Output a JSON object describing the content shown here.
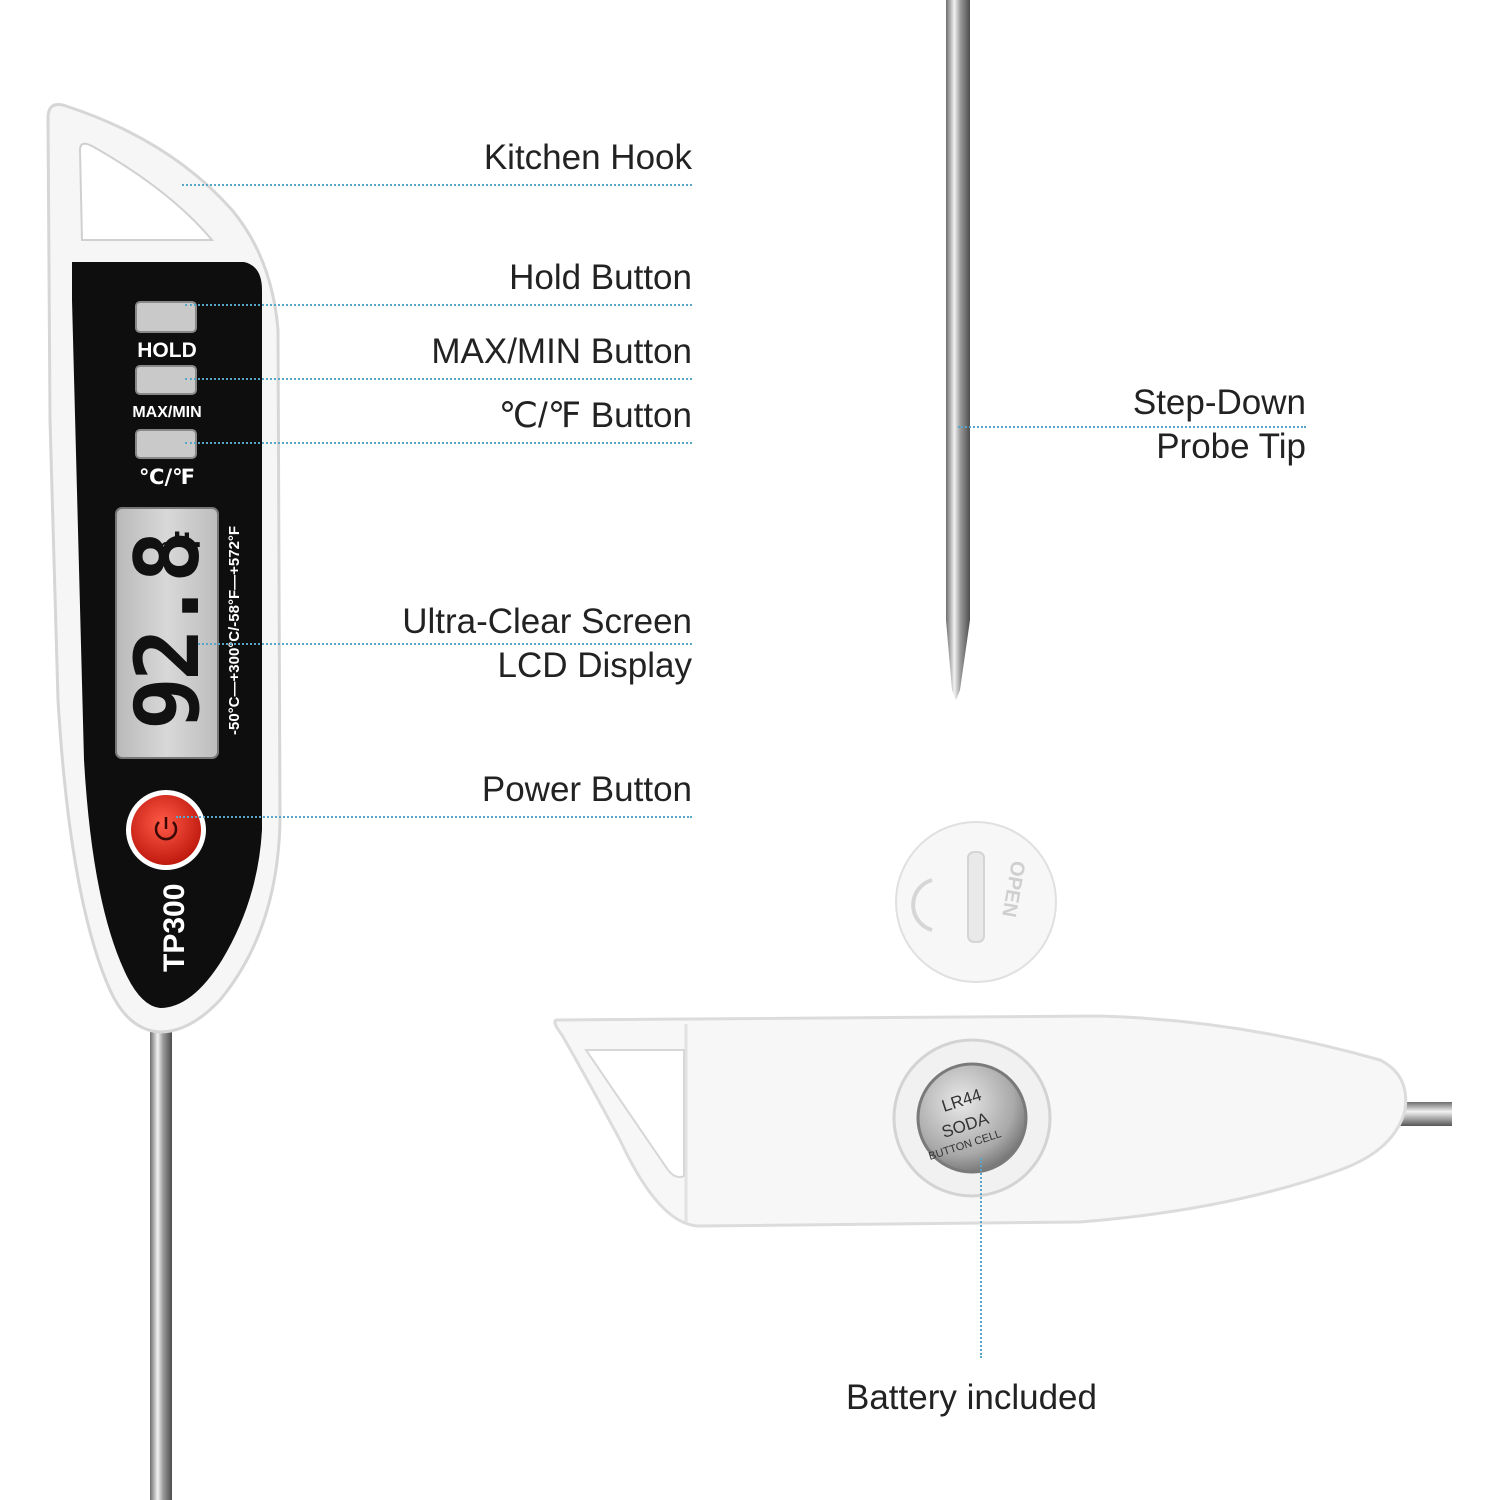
{
  "device": {
    "model": "TP300",
    "buttons": {
      "hold": "HOLD",
      "maxmin": "MAX/MIN",
      "unit": "℃/℉"
    },
    "lcd": {
      "reading": "92.8",
      "unit_symbol": "F"
    },
    "range_text": "-50°C—+300°C/-58°F—+572°F"
  },
  "callouts": {
    "kitchen_hook": "Kitchen Hook",
    "hold_button": "Hold Button",
    "maxmin_button": "MAX/MIN Button",
    "unit_button": "℃/℉ Button",
    "screen_line1": "Ultra-Clear Screen",
    "screen_line2": "LCD Display",
    "power_button": "Power Button",
    "probe_line1": "Step-Down",
    "probe_line2": "Probe Tip",
    "battery": "Battery included"
  },
  "battery": {
    "cell_line1": "LR44",
    "cell_line2": "SODA",
    "cell_line3": "BUTTON CELL",
    "cap_text": "OPEN"
  },
  "colors": {
    "body": "#f4f4f4",
    "face": "#0e0e0e",
    "power": "#d92a1c",
    "leader": "#5aa6c8"
  }
}
